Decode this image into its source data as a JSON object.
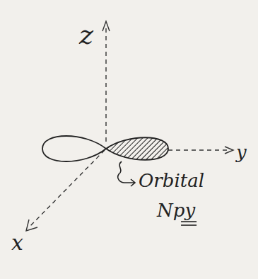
{
  "diagram": {
    "labels": [
      "z",
      "y",
      "x",
      "Orbital",
      "Npy"
    ]
  }
}
